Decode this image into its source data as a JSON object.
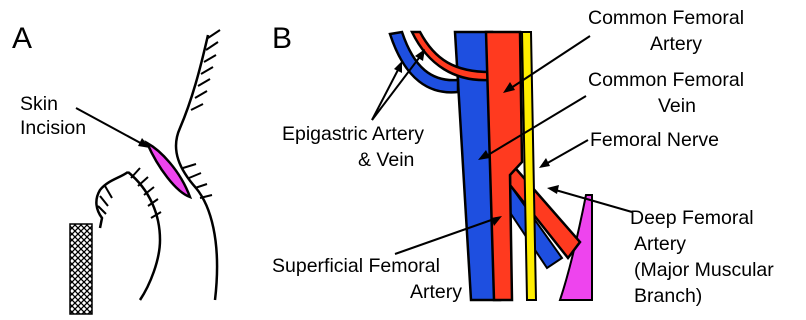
{
  "panels": {
    "a": {
      "letter": "A",
      "skin_incision_label": [
        "Skin",
        "Incision"
      ]
    },
    "b": {
      "letter": "B",
      "labels": {
        "common_femoral_artery": [
          "Common Femoral",
          "Artery"
        ],
        "common_femoral_vein": [
          "Common Femoral",
          "Vein"
        ],
        "femoral_nerve": "Femoral Nerve",
        "epigastric": [
          "Epigastric Artery",
          "& Vein"
        ],
        "deep_femoral_artery": [
          "Deep Femoral",
          "Artery",
          "(Major Muscular",
          "Branch)"
        ],
        "superficial_femoral_artery": [
          "Superficial Femoral",
          "Artery"
        ]
      }
    }
  },
  "colors": {
    "artery": "#ff3a1f",
    "vein": "#1e4fe0",
    "nerve": "#ffee00",
    "incision_and_muscle": "#ee44ee"
  }
}
